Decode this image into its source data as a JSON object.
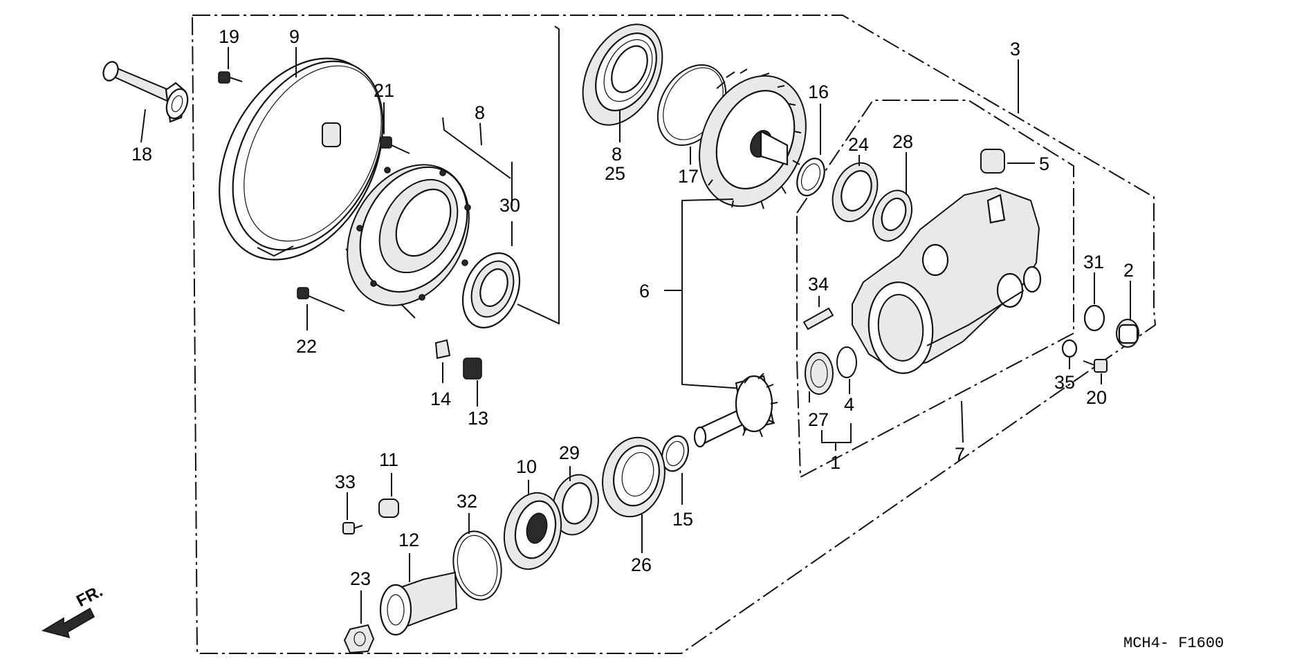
{
  "diagram": {
    "drawing_code": "MCH4- F1600",
    "front_marker": "FR.",
    "labels": {
      "p1": "1",
      "p2": "2",
      "p3": "3",
      "p4": "4",
      "p5": "5",
      "p6": "6",
      "p7": "7",
      "p8a": "8",
      "p8b": "8",
      "p9": "9",
      "p10": "10",
      "p11": "11",
      "p12": "12",
      "p13": "13",
      "p14": "14",
      "p15": "15",
      "p16": "16",
      "p17": "17",
      "p18": "18",
      "p19": "19",
      "p20": "20",
      "p21": "21",
      "p22": "22",
      "p23": "23",
      "p24": "24",
      "p25": "25",
      "p26": "26",
      "p27": "27",
      "p28": "28",
      "p29": "29",
      "p30": "30",
      "p31": "31",
      "p32": "32",
      "p33": "33",
      "p34": "34",
      "p35": "35"
    }
  }
}
